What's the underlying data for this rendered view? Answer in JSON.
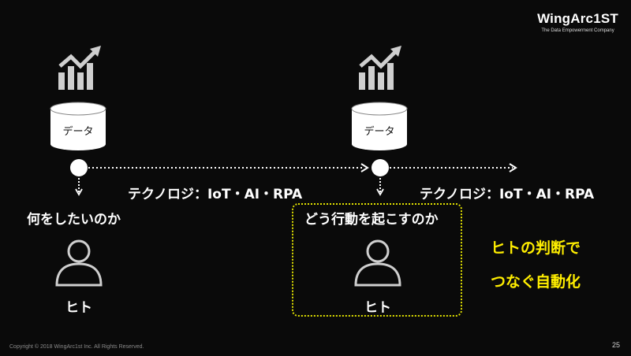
{
  "logo": {
    "wordmark": "WingArc1ST",
    "tagline": "The Data Empowerment Company"
  },
  "timeline": {
    "nodes": [
      {
        "data_label": "データ",
        "question": "何をしたいのか",
        "person_label": "ヒト"
      },
      {
        "data_label": "データ",
        "question": "どう行動を起こすのか",
        "person_label": "ヒト"
      }
    ],
    "technology_labels": [
      "テクノロジ：IoT・AI・RPA",
      "テクノロジ：IoT・AI・RPA"
    ]
  },
  "highlight": {
    "line1": "ヒトの判断で",
    "line2": "つなぐ自動化",
    "color": "#ffee00"
  },
  "footer": {
    "copyright": "Copyright © 2018 WingArc1st Inc. All Rights Reserved.",
    "page_number": "25"
  }
}
